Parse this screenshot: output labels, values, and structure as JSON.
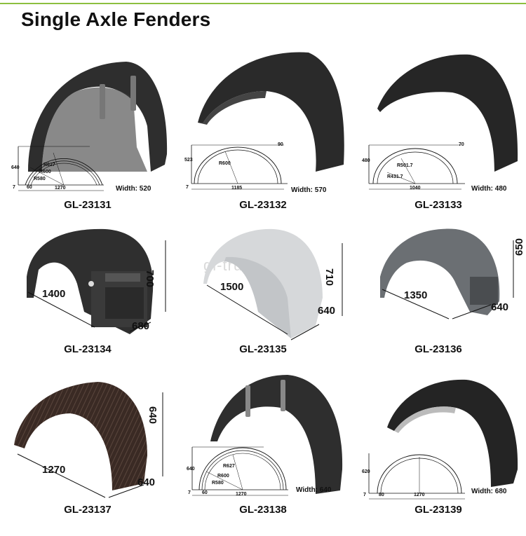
{
  "header": {
    "title": "Single Axle Fenders"
  },
  "watermark": "gl-truck.com",
  "products": [
    {
      "code": "GL-23131",
      "height": "640",
      "r1": "R627",
      "r2": "R600",
      "r3": "R580",
      "offset": "7",
      "gap": "60",
      "span": "1270",
      "width": "Width: 520"
    },
    {
      "code": "GL-23132",
      "height": "523",
      "r1": "R600",
      "offset": "7",
      "top": "90",
      "span": "1185",
      "width": "Width: 570"
    },
    {
      "code": "GL-23133",
      "height": "480",
      "r1": "R501.7",
      "r2": "R431.7",
      "top": "70",
      "span": "1040",
      "width": "Width: 480"
    },
    {
      "code": "GL-23134",
      "length": "1400",
      "height": "700",
      "depth": "680"
    },
    {
      "code": "GL-23135",
      "length": "1500",
      "height": "710",
      "depth": "640"
    },
    {
      "code": "GL-23136",
      "length": "1350",
      "height": "650",
      "depth": "640"
    },
    {
      "code": "GL-23137",
      "length": "1270",
      "height": "640",
      "depth": "640"
    },
    {
      "code": "GL-23138",
      "height": "640",
      "r1": "R627",
      "r2": "R600",
      "r3": "R580",
      "offset": "7",
      "gap": "60",
      "span": "1270",
      "width": "Width: 640"
    },
    {
      "code": "GL-23139",
      "height": "620",
      "offset": "7",
      "gap": "80",
      "span": "1270",
      "width": "Width: 680"
    }
  ]
}
